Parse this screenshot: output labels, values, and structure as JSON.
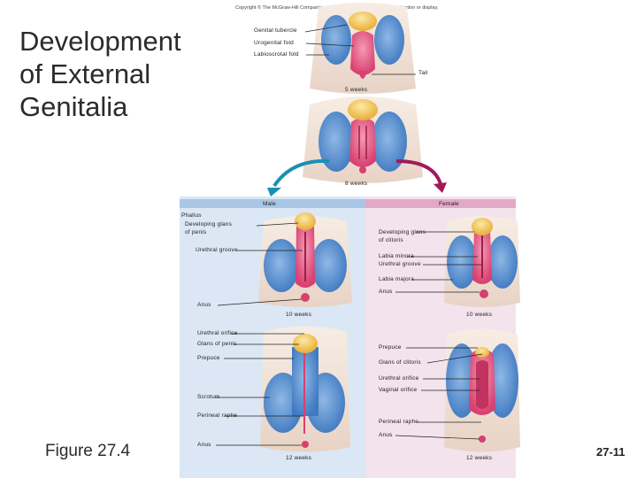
{
  "slide": {
    "title": "Development\nof External\nGenitalia",
    "figure_label": "Figure 27.4",
    "page_number": "27-11",
    "copyright": "Copyright © The McGraw-Hill Companies, Inc. Permission required for reproduction or display."
  },
  "colors": {
    "male_panel": "#dbe7f4",
    "female_panel": "#f3e3ec",
    "male_header": "#a9c6e6",
    "female_header": "#e2a9c6",
    "arrow_male": "#1a8fb3",
    "arrow_female": "#a01a5a",
    "tubercle": "#f4c95a",
    "fold_pink": "#e95f8e",
    "swelling_blue": "#5e93d0"
  },
  "stages": {
    "top": {
      "labels": {
        "genital_tubercle": "Genital tubercle",
        "urogenital_fold": "Urogenital fold",
        "labioscrotal_fold": "Labioscrotal fold",
        "tail": "Tail"
      },
      "age": "5 weeks"
    },
    "mid": {
      "age": "8 weeks"
    }
  },
  "male": {
    "header": "Male",
    "week10": {
      "phallus": "Phallus",
      "glans": "Developing glans\nof penis",
      "groove": "Urethral groove",
      "anus": "Anus",
      "age": "10 weeks"
    },
    "week12": {
      "urethral_orifice": "Urethral orifice",
      "glans": "Glans of penis",
      "prepuce": "Prepuce",
      "scrotum": "Scrotum",
      "raphe": "Perineal raphe",
      "anus": "Anus",
      "age": "12 weeks"
    }
  },
  "female": {
    "header": "Female",
    "week10": {
      "glans": "Developing glans\nof clitoris",
      "minora": "Labia minora",
      "groove": "Urethral groove",
      "majora": "Labia majora",
      "anus": "Anus",
      "age": "10 weeks"
    },
    "week12": {
      "prepuce": "Prepuce",
      "glans": "Glans of clitoris",
      "urethral_orifice": "Urethral orifice",
      "vaginal_orifice": "Vaginal orifice",
      "raphe": "Perineal raphe",
      "anus": "Anus",
      "age": "12 weeks"
    }
  }
}
